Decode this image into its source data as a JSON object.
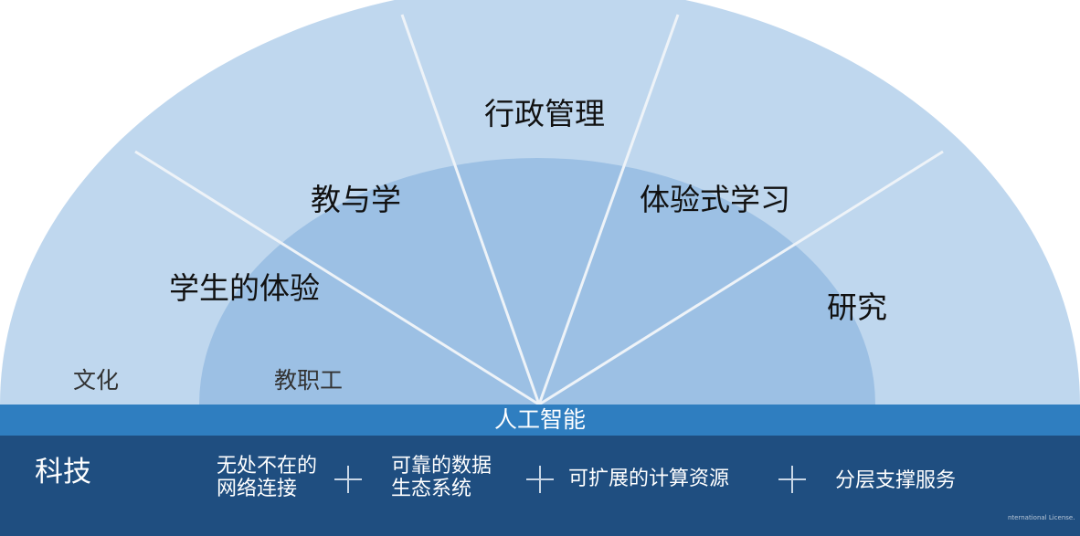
{
  "diagram": {
    "outer_segments": [
      {
        "label": "学生的体验"
      },
      {
        "label": "教与学"
      },
      {
        "label": "行政管理"
      },
      {
        "label": "体验式学习"
      },
      {
        "label": "研究"
      }
    ],
    "inner_labels": [
      {
        "label": "文化"
      },
      {
        "label": "教职工"
      }
    ],
    "core": {
      "label": "人工智能"
    },
    "technology": {
      "title": "科技",
      "items": [
        {
          "line1": "无处不在的",
          "line2": "网络连接"
        },
        {
          "line1": "可靠的数据",
          "line2": "生态系统"
        },
        {
          "line1": "可扩展的计算资源"
        },
        {
          "line1": "分层支撑服务"
        }
      ]
    },
    "license_note": "nternational License."
  },
  "colors": {
    "outer_fan": "#bfd7ee",
    "inner_dome": "#9cc0e4",
    "divider": "#eef3f8",
    "ai_band": "#2f7ec0",
    "tech_bar": "#1f4e80",
    "text": "#111111",
    "text_light": "#ffffff"
  }
}
